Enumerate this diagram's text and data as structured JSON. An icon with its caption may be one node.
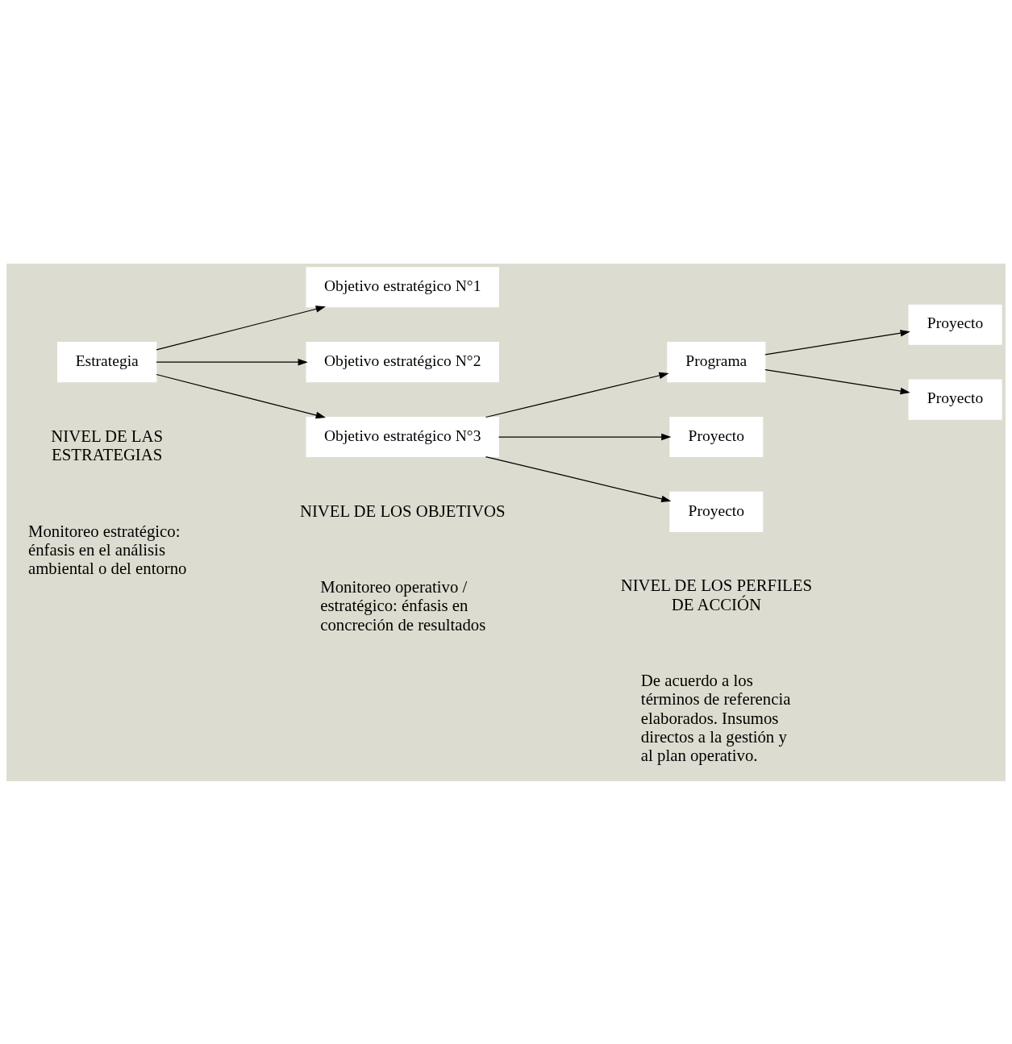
{
  "diagram": {
    "nodes": [
      {
        "text": [
          "Estrategia"
        ]
      },
      {
        "text": [
          "Objetivo estratégico N°1"
        ]
      },
      {
        "text": [
          "Objetivo estratégico N°2"
        ]
      },
      {
        "text": [
          "Objetivo estratégico N°3"
        ]
      },
      {
        "text": [
          "Programa"
        ]
      },
      {
        "text": [
          "Proyecto"
        ]
      },
      {
        "text": [
          "Proyecto"
        ]
      },
      {
        "text": [
          "Proyecto"
        ]
      },
      {
        "text": [
          "Proyecto"
        ]
      }
    ],
    "edges": [
      {
        "from": 0,
        "to": 1,
        "arrow": "to"
      },
      {
        "from": 0,
        "to": 2,
        "arrow": "to"
      },
      {
        "from": 0,
        "to": 3,
        "arrow": "to"
      },
      {
        "from": 3,
        "to": 4,
        "arrow": "to"
      },
      {
        "from": 4,
        "to": 5,
        "arrow": "to"
      },
      {
        "from": 4,
        "to": 6,
        "arrow": "to"
      },
      {
        "from": 3,
        "to": 7,
        "arrow": "to"
      },
      {
        "from": 3,
        "to": 8,
        "arrow": "to"
      }
    ],
    "labels": [
      "NIVEL DE LAS ESTRATEGIAS",
      "NIVEL DE LOS OBJETIVOS",
      "NIVEL DE LOS PERFILES DE ACCIÓN",
      "Monitoreo estratégico: énfasis en el análisis ambiental o del entorno",
      "Monitoreo operativo / estratégico: énfasis en concreción de resultados",
      "De acuerdo a los términos de referencia elaborados. Insumos directos a la gestión y al plan operativo."
    ]
  }
}
